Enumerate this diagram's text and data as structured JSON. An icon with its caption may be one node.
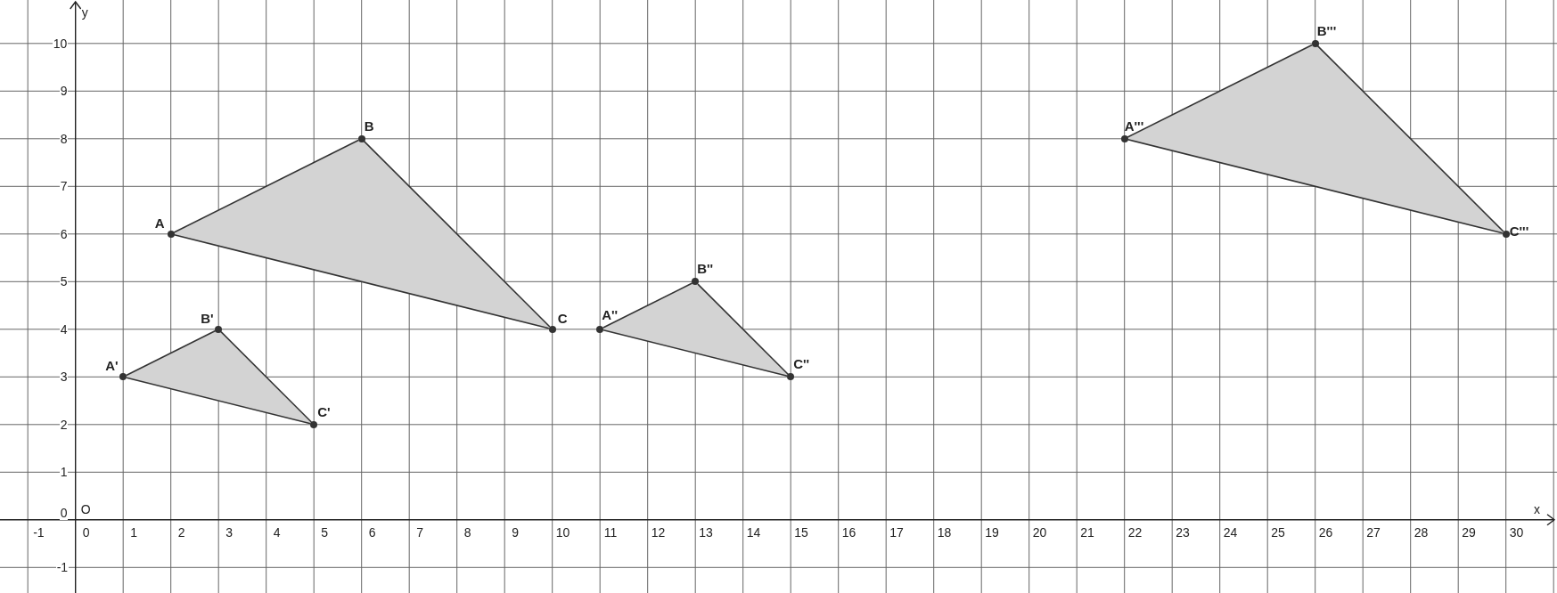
{
  "diagram": {
    "nodes": [
      {
        "text": [
          "A"
        ]
      },
      {
        "text": [
          "B"
        ]
      },
      {
        "text": [
          "C"
        ]
      },
      {
        "text": [
          "A'"
        ]
      },
      {
        "text": [
          "B'"
        ]
      },
      {
        "text": [
          "C'"
        ]
      },
      {
        "text": [
          "A''"
        ]
      },
      {
        "text": [
          "B''"
        ]
      },
      {
        "text": [
          "C''"
        ]
      },
      {
        "text": [
          "A'''"
        ]
      },
      {
        "text": [
          "B'''"
        ]
      },
      {
        "text": [
          "C'''"
        ]
      }
    ],
    "edges": [
      {
        "from": 0,
        "to": 1,
        "arrow": "none"
      },
      {
        "from": 1,
        "to": 2,
        "arrow": "none"
      },
      {
        "from": 2,
        "to": 0,
        "arrow": "none"
      },
      {
        "from": 3,
        "to": 4,
        "arrow": "none"
      },
      {
        "from": 4,
        "to": 5,
        "arrow": "none"
      },
      {
        "from": 5,
        "to": 3,
        "arrow": "none"
      },
      {
        "from": 6,
        "to": 7,
        "arrow": "none"
      },
      {
        "from": 7,
        "to": 8,
        "arrow": "none"
      },
      {
        "from": 8,
        "to": 6,
        "arrow": "none"
      },
      {
        "from": 9,
        "to": 10,
        "arrow": "none"
      },
      {
        "from": 10,
        "to": 11,
        "arrow": "none"
      },
      {
        "from": 11,
        "to": 9,
        "arrow": "none"
      }
    ],
    "labels": [
      "y",
      "10",
      "9",
      "8",
      "7",
      "6",
      "5",
      "4",
      "3",
      "2",
      "1",
      "0",
      "O",
      "x",
      "-1",
      "0",
      "1",
      "2",
      "3",
      "4",
      "5",
      "6",
      "7",
      "8",
      "9",
      "10",
      "11",
      "12",
      "13",
      "14",
      "15",
      "16",
      "17",
      "18",
      "19",
      "20",
      "21",
      "22",
      "23",
      "24",
      "25",
      "26",
      "27",
      "28",
      "29",
      "30",
      "-1"
    ]
  }
}
